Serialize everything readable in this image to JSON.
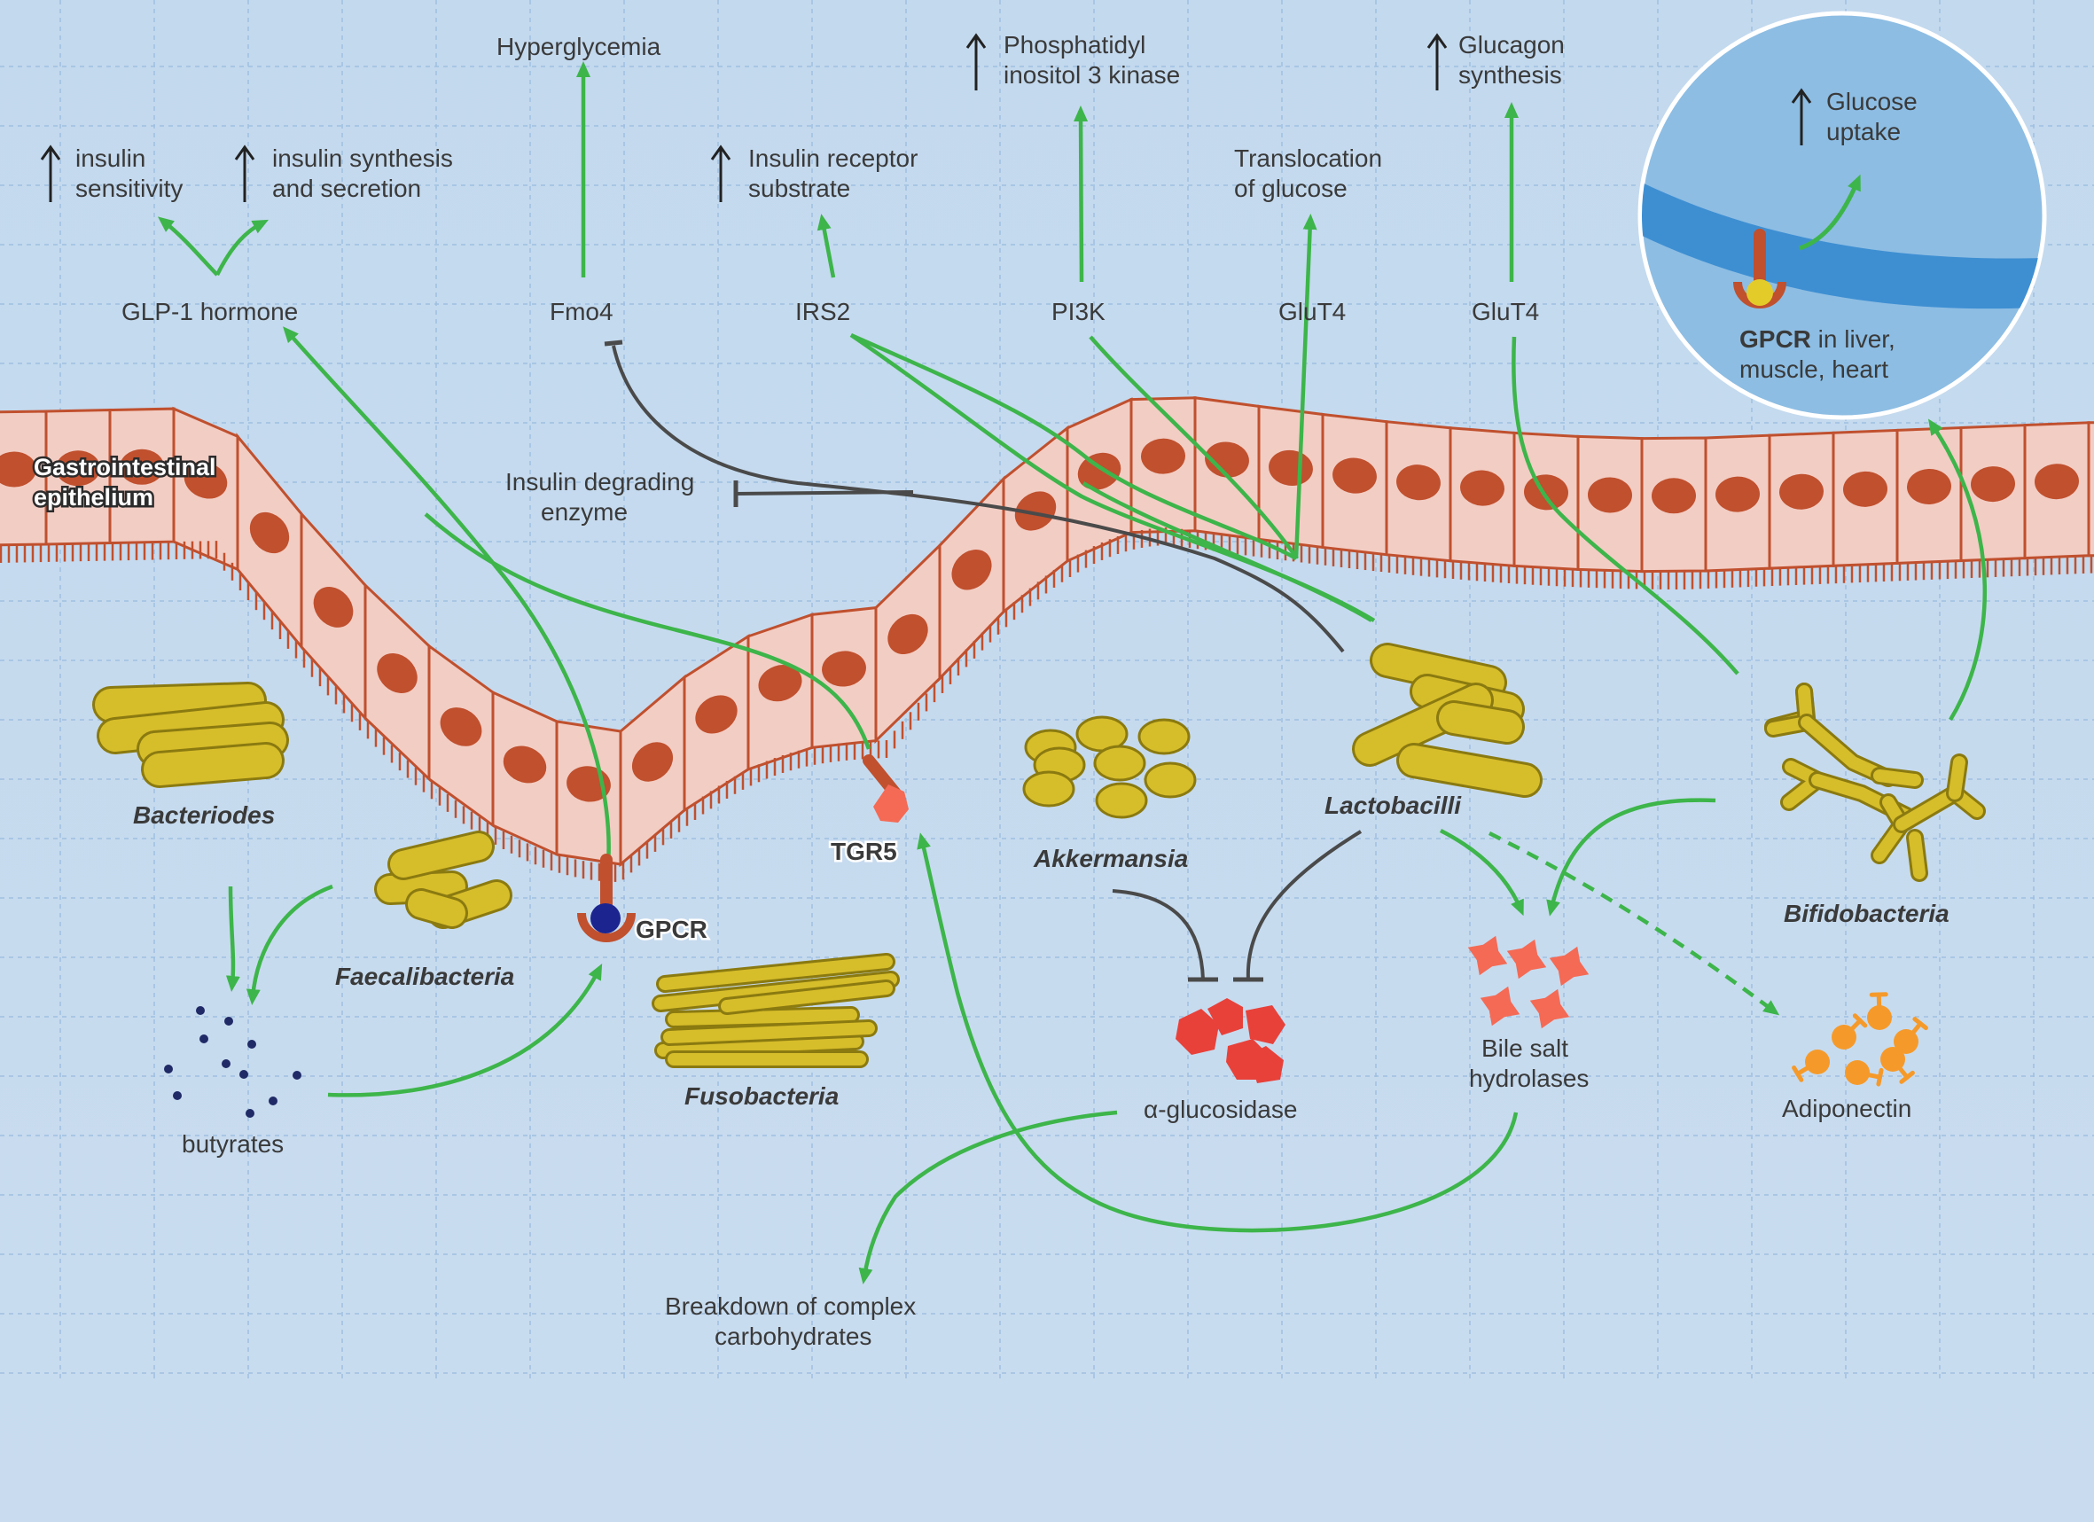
{
  "effects": {
    "insulin_sensitivity": [
      "insulin",
      "sensitivity"
    ],
    "insulin_synthesis": [
      "insulin synthesis",
      "and secretion"
    ],
    "hyperglycemia": "Hyperglycemia",
    "insulin_receptor_substrate": [
      "Insulin receptor",
      "substrate"
    ],
    "pi3_kinase": [
      "Phosphatidyl",
      "inositol 3 kinase"
    ],
    "translocation": [
      "Translocation",
      "of glucose"
    ],
    "glucagon": [
      "Glucagon",
      "synthesis"
    ],
    "glucose_uptake": [
      "Glucose",
      "uptake"
    ]
  },
  "mediators": {
    "glp1": "GLP-1 hormone",
    "fmo4": "Fmo4",
    "irs2": "IRS2",
    "pi3k": "PI3K",
    "glut4_a": "GluT4",
    "glut4_b": "GluT4",
    "insulin_degrading": [
      "Insulin degrading",
      "enzyme"
    ]
  },
  "inset": {
    "gpcr_bold": "GPCR",
    "gpcr_rest": " in liver,",
    "gpcr_line2": "muscle, heart"
  },
  "epithelium": [
    "Gastrointestinal",
    "epithelium"
  ],
  "receptors": {
    "gpcr": "GPCR",
    "tgr5": "TGR5"
  },
  "bacteria": {
    "bacteriodes": "Bacteriodes",
    "faecalibacteria": "Faecalibacteria",
    "fusobacteria": "Fusobacteria",
    "akkermansia": "Akkermansia",
    "lactobacilli": "Lactobacilli",
    "bifidobacteria": "Bifidobacteria"
  },
  "products": {
    "butyrates": "butyrates",
    "alpha_glucosidase": "α-glucosidase",
    "bile_salt": [
      "Bile salt",
      "hydrolases"
    ],
    "adiponectin": "Adiponectin",
    "breakdown": [
      "Breakdown of complex",
      "carbohydrates"
    ]
  },
  "colors": {
    "background": "#c4dbef",
    "arrow_green": "#3db54a",
    "inhibit_gray": "#4a4a4a",
    "cell_fill": "#f2cdc4",
    "nucleus": "#c0502e",
    "bacteria_yellow": "#d6bd2a",
    "enzyme_red": "#e8413a",
    "bile_salt": "#f46a55",
    "adiponectin": "#f59a2a",
    "inset_blue": "#8dbde3",
    "membrane_blue": "#3e8fd2",
    "butyrate_dot": "#1f2a66"
  }
}
